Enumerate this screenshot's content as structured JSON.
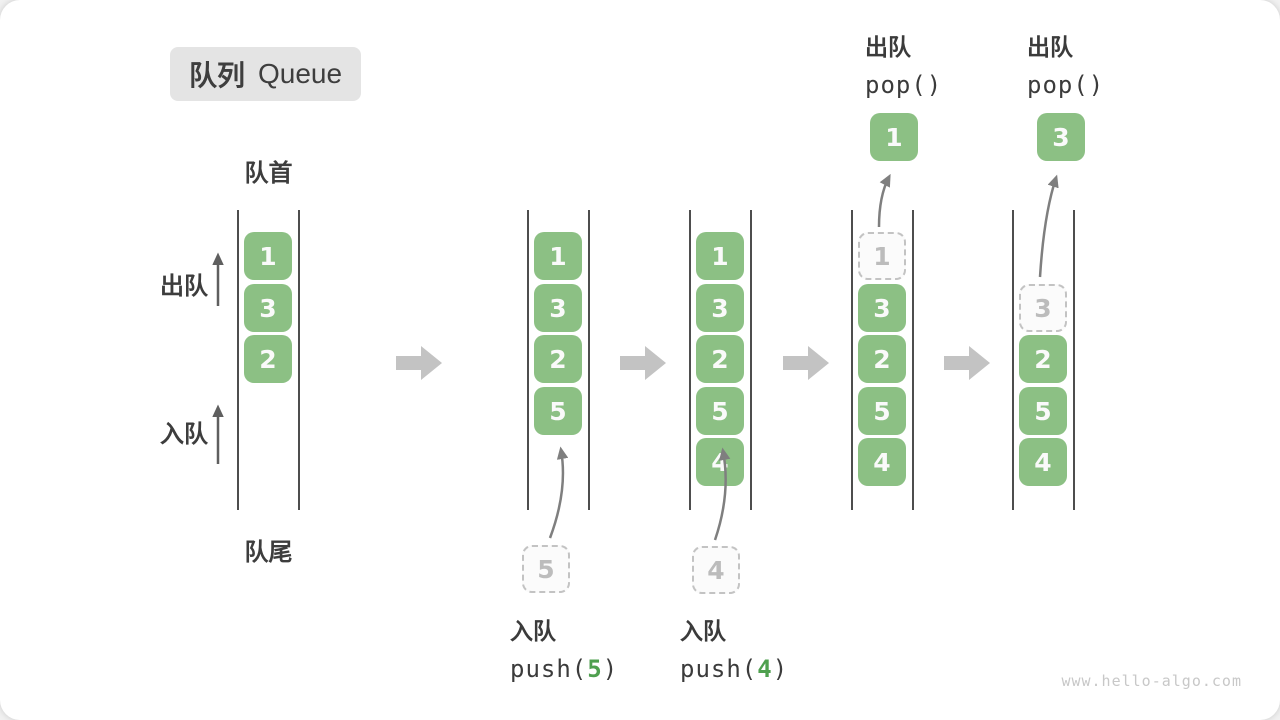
{
  "title": {
    "zh": "队列",
    "en": "Queue"
  },
  "labels": {
    "front": "队首",
    "rear": "队尾",
    "dequeue_side": "出队",
    "enqueue_side": "入队"
  },
  "queues": [
    {
      "cells": [
        {
          "v": "1"
        },
        {
          "v": "3"
        },
        {
          "v": "2"
        }
      ]
    },
    {
      "cells": [
        {
          "v": "1"
        },
        {
          "v": "3"
        },
        {
          "v": "2"
        },
        {
          "v": "5"
        }
      ]
    },
    {
      "cells": [
        {
          "v": "1"
        },
        {
          "v": "3"
        },
        {
          "v": "2"
        },
        {
          "v": "5"
        },
        {
          "v": "4"
        }
      ]
    },
    {
      "cells": [
        {
          "v": "1",
          "state": "popping"
        },
        {
          "v": "3"
        },
        {
          "v": "2"
        },
        {
          "v": "5"
        },
        {
          "v": "4"
        }
      ]
    },
    {
      "cells": [
        {
          "v": "3",
          "state": "popping"
        },
        {
          "v": "2"
        },
        {
          "v": "5"
        },
        {
          "v": "4"
        }
      ]
    }
  ],
  "operations": {
    "push5": {
      "action": "入队",
      "code_fn": "push(",
      "code_arg": "5",
      "code_close": ")",
      "staged_value": "5"
    },
    "push4": {
      "action": "入队",
      "code_fn": "push(",
      "code_arg": "4",
      "code_close": ")",
      "staged_value": "4"
    },
    "pop1": {
      "action": "出队",
      "code": "pop()",
      "out_value": "1"
    },
    "pop2": {
      "action": "出队",
      "code": "pop()",
      "out_value": "3"
    }
  },
  "colors": {
    "cell_green": "#8cc084",
    "code_arg_green": "#4fa04f",
    "block_arrow_gray": "#c3c3c3",
    "channel_line": "#4e4e4e",
    "title_bg": "#e4e4e4"
  },
  "watermark": "www.hello-algo.com"
}
